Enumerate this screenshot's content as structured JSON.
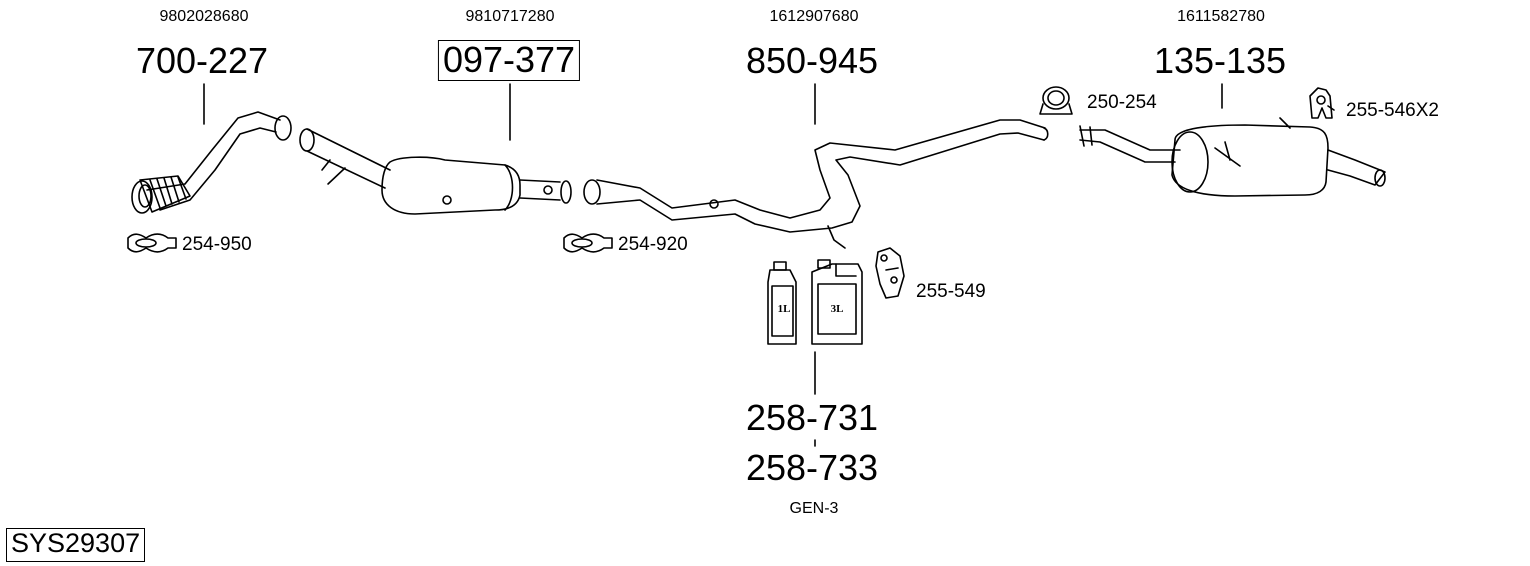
{
  "system_code": "SYS29307",
  "parts": [
    {
      "id": "front_pipe",
      "oem": "9802028680",
      "part_no": "700-227"
    },
    {
      "id": "catalyst",
      "oem": "9810717280",
      "part_no": "097-377"
    },
    {
      "id": "middle_pipe",
      "oem": "1612907680",
      "part_no": "850-945"
    },
    {
      "id": "rear_silencer",
      "oem": "1611582780",
      "part_no": "135-135"
    }
  ],
  "accessories": {
    "clamp_front": "254-950",
    "clamp_catalyst": "254-920",
    "clamp_rear": "250-254",
    "rubber_mount_rear": "255-546X2",
    "rubber_mount_middle": "255-549"
  },
  "fluid": {
    "part_no_1": "258-731",
    "part_no_2": "258-733",
    "generation": "GEN-3",
    "bottle_small": "1L",
    "canister_large": "3L"
  }
}
